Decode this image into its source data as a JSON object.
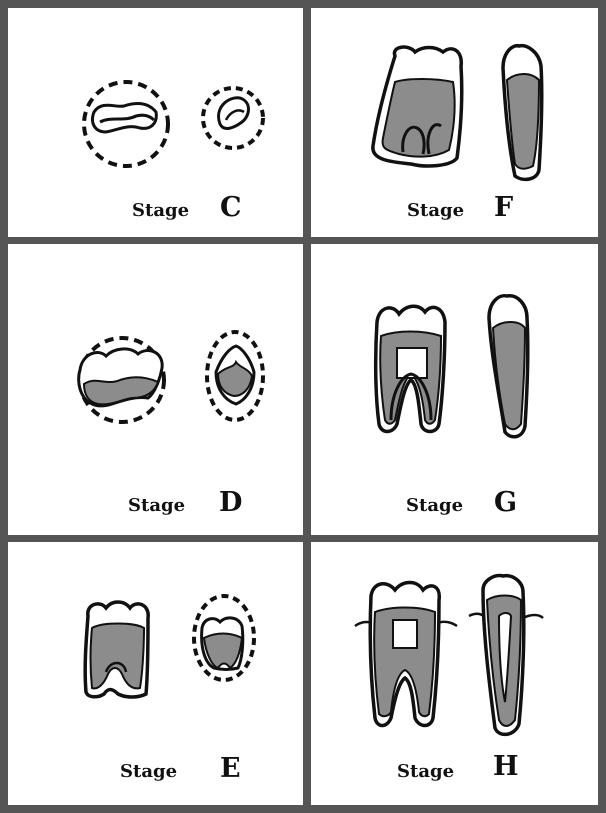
{
  "panels": [
    {
      "id": "C",
      "stage_label": "Stage",
      "stage_letter": "C"
    },
    {
      "id": "F",
      "stage_label": "Stage",
      "stage_letter": "F"
    },
    {
      "id": "D",
      "stage_label": "Stage",
      "stage_letter": "D"
    },
    {
      "id": "G",
      "stage_label": "Stage",
      "stage_letter": "G"
    },
    {
      "id": "E",
      "stage_label": "Stage",
      "stage_letter": "E"
    },
    {
      "id": "H",
      "stage_label": "Stage",
      "stage_letter": "H"
    }
  ],
  "colors": {
    "frame": "#555555",
    "pulp_fill": "#8c8c8c",
    "outline": "#111111"
  }
}
